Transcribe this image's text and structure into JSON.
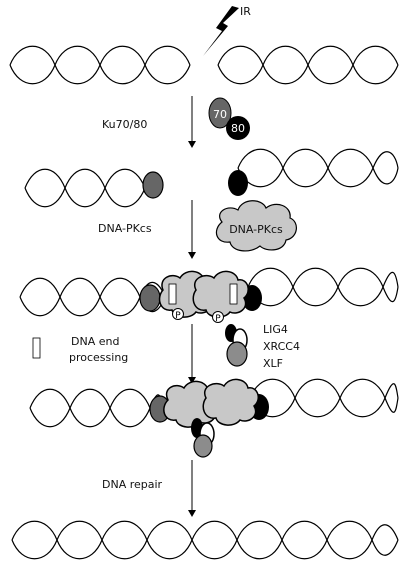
{
  "labels": {
    "ir": "IR",
    "ku_step": "Ku70/80",
    "ku70": "70",
    "ku80": "80",
    "dnapk_step": "DNA-PKcs",
    "dnapk_cloud": "DNA-PKcs",
    "phospho_left": "P",
    "phospho_right": "P",
    "end_processing_line1": "DNA end",
    "end_processing_line2": "processing",
    "lig4": "LIG4",
    "xrcc4": "XRCC4",
    "xlf": "XLF",
    "repair_step": "DNA repair"
  },
  "colors": {
    "ku70": "#666666",
    "ku80": "#000000",
    "dnapkcs": "#c8c8c8",
    "xlf": "#8c8c8c",
    "strand": "#000000"
  }
}
